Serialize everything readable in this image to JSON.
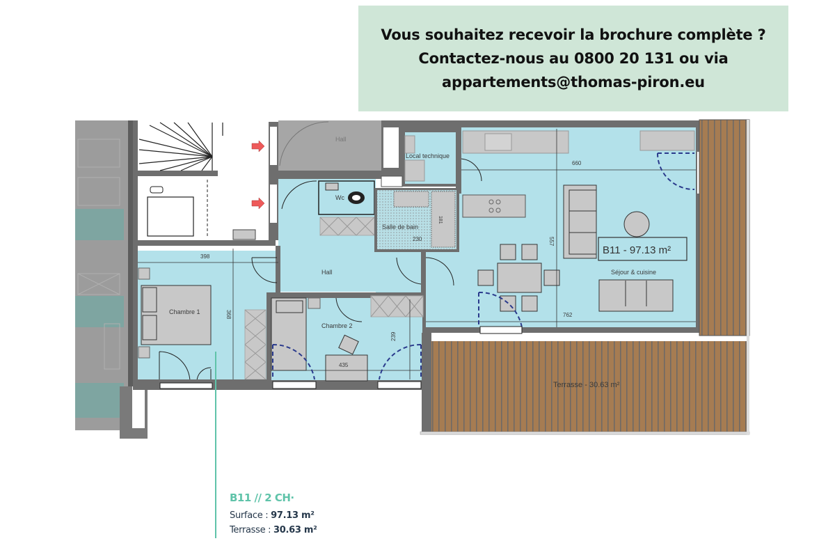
{
  "banner": {
    "line1": "Vous souhaitez recevoir la brochure complète ?",
    "line2": "Contactez-nous au 0800 20 131 ou via",
    "line3": "appartements@thomas-piron.eu",
    "background_color": "#cfe6d7"
  },
  "floorplan": {
    "unit_tag": "B11 - 97.13 m²",
    "rooms": [
      {
        "name": "Hall",
        "id": "hall-common"
      },
      {
        "name": "Local technique",
        "id": "local-technique"
      },
      {
        "name": "Wc",
        "id": "wc"
      },
      {
        "name": "Salle de bain",
        "id": "salle-de-bain"
      },
      {
        "name": "Hall",
        "id": "hall-unit"
      },
      {
        "name": "Chambre 1",
        "id": "chambre-1"
      },
      {
        "name": "Chambre 2",
        "id": "chambre-2"
      },
      {
        "name": "Séjour & cuisine",
        "id": "sejour-cuisine"
      },
      {
        "name": "Terrasse - 30.63 m²",
        "id": "terrasse"
      }
    ],
    "dimensions": {
      "d660": "660",
      "d557": "557",
      "d762": "762",
      "d398": "398",
      "d368": "368",
      "d239": "239",
      "d435": "435",
      "d230": "230",
      "d181": "181"
    },
    "colors": {
      "room_fill": "#b3e1ea",
      "wall": "#6e6e6e",
      "furniture": "#c8c8c8",
      "terrace": "#a67c52",
      "door_dashed": "#2a3a8c",
      "entry_arrow": "#ee5a5a"
    }
  },
  "unit_info": {
    "title": "B11 // 2 CH·",
    "surface_label": "Surface : ",
    "surface_value": "97.13 m²",
    "terrasse_label": "Terrasse : ",
    "terrasse_value": "30.63 m²"
  }
}
